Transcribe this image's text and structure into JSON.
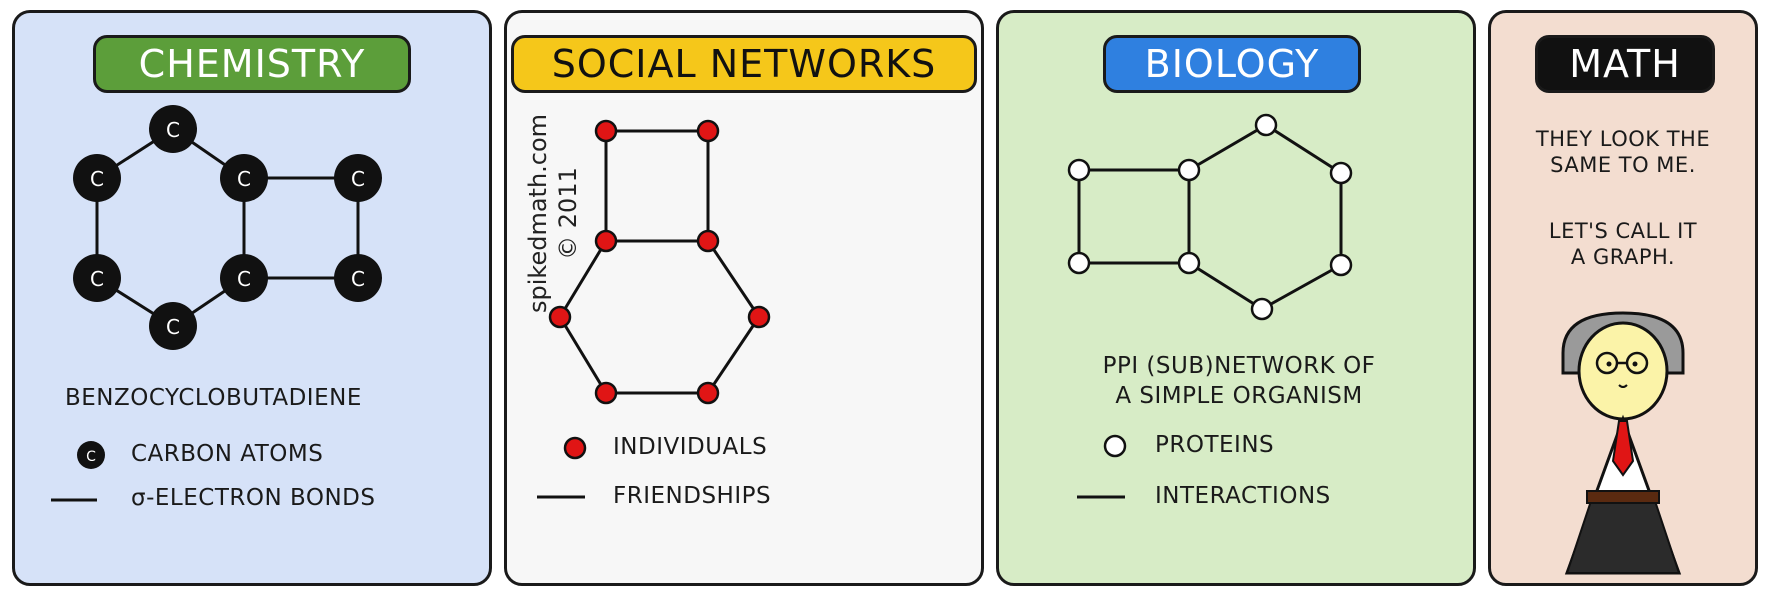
{
  "panels": {
    "chemistry": {
      "title": "CHEMISTRY",
      "caption": "BENZOCYCLOBUTADIENE",
      "node_letter": "C",
      "legend_nodes": "CARBON ATOMS",
      "legend_edges": "σ-ELECTRON BONDS"
    },
    "social": {
      "title": "SOCIAL NETWORKS",
      "credit_line1": "spikedmath.com",
      "credit_line2": "© 2011",
      "legend_nodes": "INDIVIDUALS",
      "legend_edges": "FRIENDSHIPS"
    },
    "biology": {
      "title": "BIOLOGY",
      "caption_line1": "PPI (SUB)NETWORK OF",
      "caption_line2": "A SIMPLE ORGANISM",
      "legend_nodes": "PROTEINS",
      "legend_edges": "INTERACTIONS"
    },
    "math": {
      "title": "MATH",
      "speech_line1": "THEY LOOK THE",
      "speech_line2": "SAME TO ME.",
      "speech_line3": "LET'S CALL IT",
      "speech_line4": "A GRAPH."
    }
  },
  "colors": {
    "chemistry_bg": "#d6e2f8",
    "social_bg": "#f7f7f7",
    "biology_bg": "#d7ecc6",
    "math_bg": "#f3ddd0",
    "chemistry_banner": "#5c9e3a",
    "social_banner": "#f5c71a",
    "biology_banner": "#2f80e0",
    "math_banner": "#111111",
    "carbon_node": "#111111",
    "individual_node": "#e01515",
    "protein_node": "#ffffff"
  }
}
